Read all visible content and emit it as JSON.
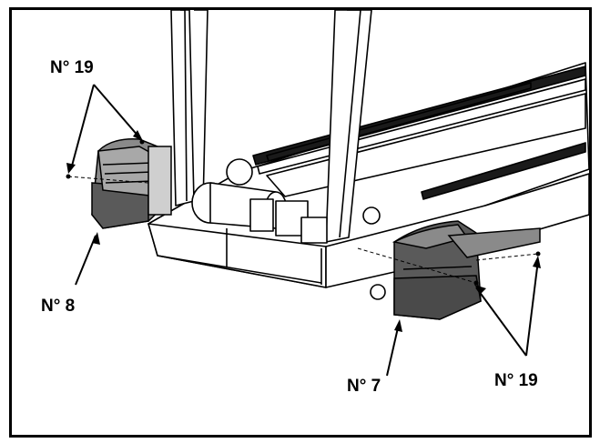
{
  "callouts": {
    "part19_left": "N° 19",
    "part8": "N° 8",
    "part7": "N° 7",
    "part19_right": "N° 19"
  },
  "colors": {
    "line": "#000000",
    "cover": "#5a5a5a",
    "cover_light": "#8a8a8a",
    "belt": "#1a1a1a",
    "paper": "#ffffff"
  }
}
